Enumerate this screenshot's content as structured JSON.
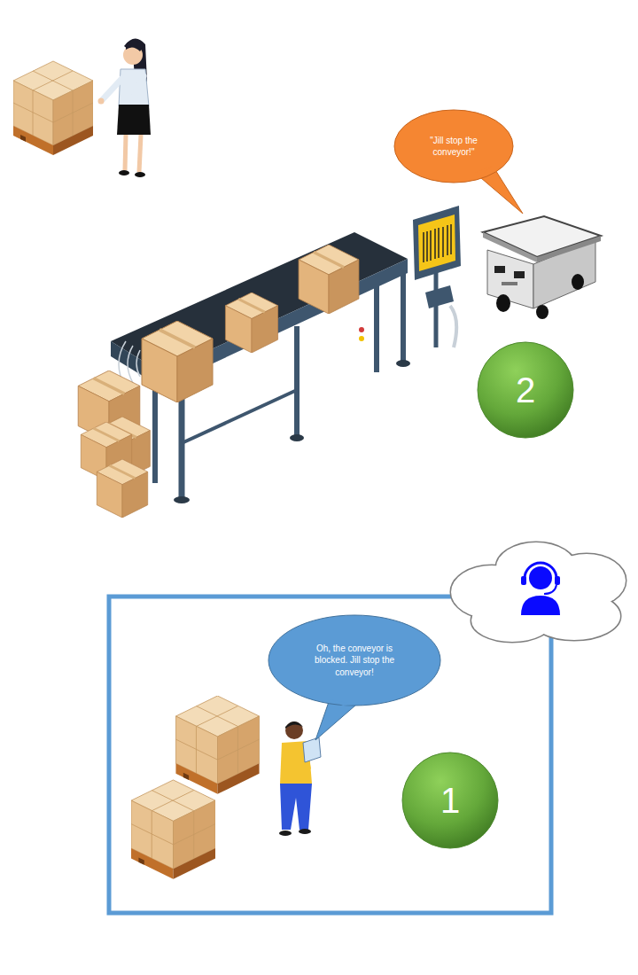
{
  "diagram": {
    "nodes": [
      {
        "text": [
          "\"Jill stop the conveyor!\""
        ]
      },
      {
        "text": [
          "2"
        ]
      },
      {
        "text": [
          "Oh, the conveyor is blocked. Jill stop the conveyor!"
        ]
      },
      {
        "text": [
          "1"
        ]
      }
    ]
  }
}
